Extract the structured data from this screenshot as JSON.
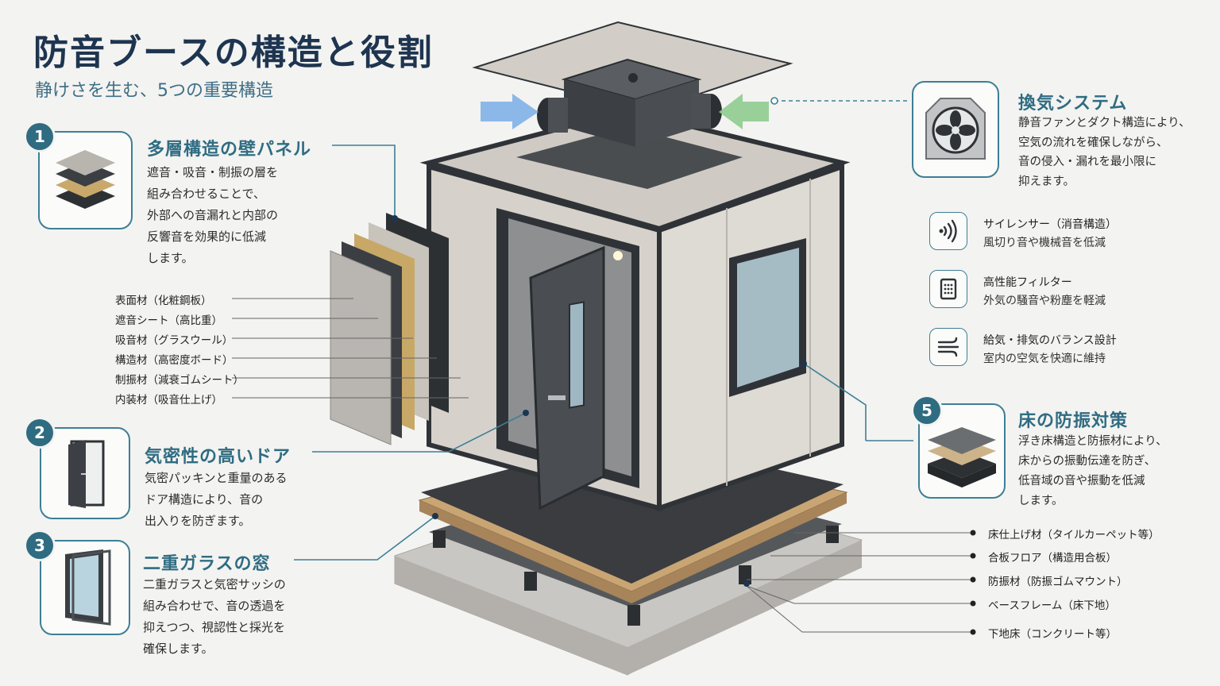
{
  "header": {
    "title": "防音ブースの構造と役割",
    "subtitle": "静けさを生む、5つの重要構造"
  },
  "sections": [
    {
      "num": "1",
      "title": "多層構造の壁パネル",
      "desc": "遮音・吸音・制振の層を\n組み合わせることで、\n外部への音漏れと内部の\n反響音を効果的に低減\nします。"
    },
    {
      "num": "2",
      "title": "気密性の高いドア",
      "desc": "気密パッキンと重量のある\nドア構造により、音の\n出入りを防ぎます。"
    },
    {
      "num": "3",
      "title": "二重ガラスの窓",
      "desc": "二重ガラスと気密サッシの\n組み合わせで、音の透過を\n抑えつつ、視認性と採光を\n確保します。"
    },
    {
      "num": "",
      "title": "換気システム",
      "desc": "静音ファンとダクト構造により、\n空気の流れを確保しながら、\n音の侵入・漏れを最小限に\n抑えます。"
    },
    {
      "num": "5",
      "title": "床の防振対策",
      "desc": "浮き床構造と防振材により、\n床からの振動伝達を防ぎ、\n低音域の音や振動を低減\nします。"
    }
  ],
  "wall_layers": [
    "表面材（化粧鋼板）",
    "遮音シート（高比重）",
    "吸音材（グラスウール）",
    "構造材（高密度ボード）",
    "制振材（減衰ゴムシート）",
    "内装材（吸音仕上げ）"
  ],
  "vent_features": [
    {
      "title": "サイレンサー（消音構造）",
      "desc": "風切り音や機械音を低減",
      "icon": "sound-wave-icon"
    },
    {
      "title": "高性能フィルター",
      "desc": "外気の騒音や粉塵を軽減",
      "icon": "filter-icon"
    },
    {
      "title": "給気・排気のバランス設計",
      "desc": "室内の空気を快適に維持",
      "icon": "airflow-icon"
    }
  ],
  "floor_layers": [
    "床仕上げ材（タイルカーペット等）",
    "合板フロア（構造用合板）",
    "防振材（防振ゴムマウント）",
    "ベースフレーム（床下地）",
    "下地床（コンクリート等）"
  ],
  "colors": {
    "accent": "#2f6c82",
    "title": "#1e3550",
    "panel": "#d9d5cf",
    "frame": "#2f3337"
  }
}
